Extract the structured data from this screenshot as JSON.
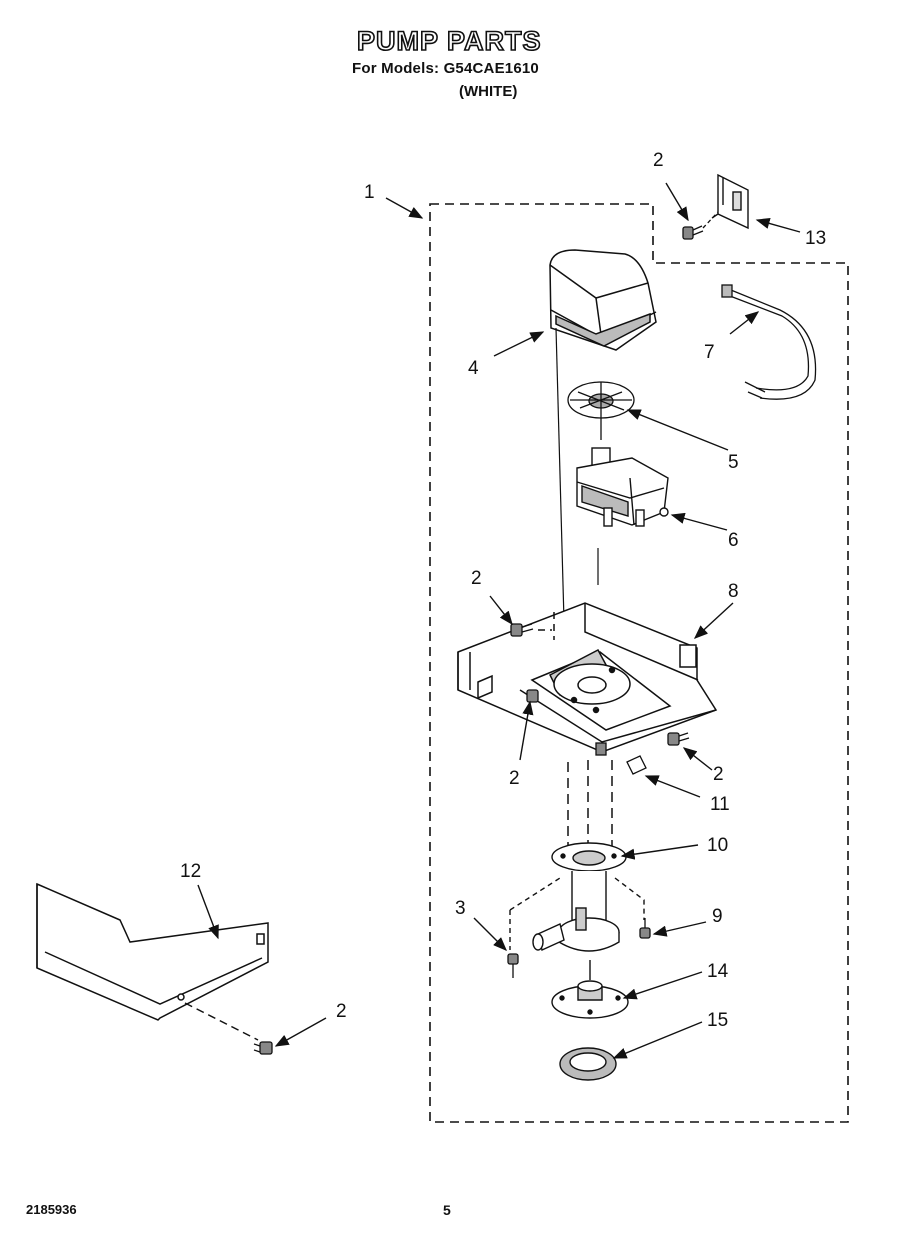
{
  "header": {
    "title": "PUMP PARTS",
    "models_line": "For Models: G54CAE1610",
    "color": "(WHITE)"
  },
  "footer": {
    "part_number": "2185936",
    "page_number": "5"
  },
  "callouts": {
    "c1": "1",
    "c2_top": "2",
    "c13": "13",
    "c4": "4",
    "c7": "7",
    "c5": "5",
    "c6": "6",
    "c2_left_screw": "2",
    "c8": "8",
    "c2_mid_left": "2",
    "c2_mid_right": "2",
    "c11": "11",
    "c10": "10",
    "c3": "3",
    "c9": "9",
    "c14": "14",
    "c15": "15",
    "c12": "12",
    "c2_bottom_left": "2"
  }
}
